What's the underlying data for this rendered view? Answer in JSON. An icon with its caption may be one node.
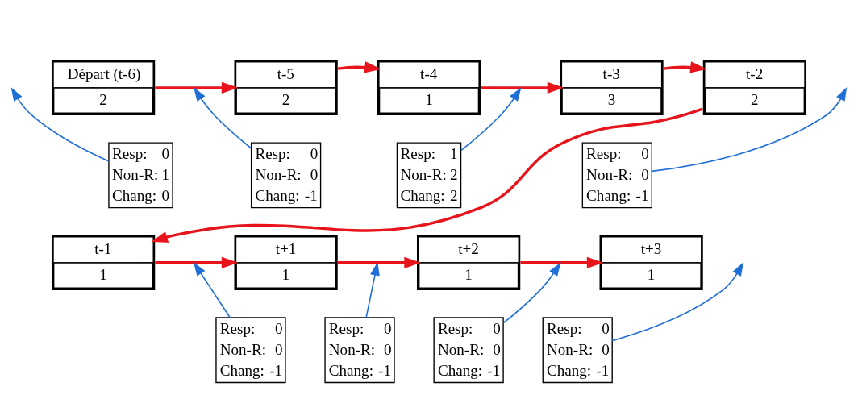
{
  "diagram": {
    "nodes": [
      {
        "text": [
          "Départ (t-6)",
          "2"
        ]
      },
      {
        "text": [
          "t-5",
          "2"
        ]
      },
      {
        "text": [
          "t-4",
          "1"
        ]
      },
      {
        "text": [
          "t-3",
          "3"
        ]
      },
      {
        "text": [
          "t-2",
          "2"
        ]
      },
      {
        "text": [
          "Resp:",
          "0",
          "Non-R:",
          "1",
          "Chang:",
          "0"
        ]
      },
      {
        "text": [
          "Resp:",
          "0",
          "Non-R:",
          "0",
          "Chang:",
          "-1"
        ]
      },
      {
        "text": [
          "Resp:",
          "1",
          "Non-R:",
          "2",
          "Chang:",
          "2"
        ]
      },
      {
        "text": [
          "Resp:",
          "0",
          "Non-R:",
          "0",
          "Chang:",
          "-1"
        ]
      },
      {
        "text": [
          "t-1",
          "1"
        ]
      },
      {
        "text": [
          "t+1",
          "1"
        ]
      },
      {
        "text": [
          "t+2",
          "1"
        ]
      },
      {
        "text": [
          "t+3",
          "1"
        ]
      },
      {
        "text": [
          "Resp:",
          "0",
          "Non-R:",
          "0",
          "Chang:",
          "-1"
        ]
      },
      {
        "text": [
          "Resp:",
          "0",
          "Non-R:",
          "0",
          "Chang:",
          "-1"
        ]
      },
      {
        "text": [
          "Resp:",
          "0",
          "Non-R:",
          "0",
          "Chang:",
          "-1"
        ]
      },
      {
        "text": [
          "Resp:",
          "0",
          "Non-R:",
          "0",
          "Chang:",
          "-1"
        ]
      }
    ],
    "edges": [
      {
        "from": 0,
        "to": 1,
        "arrow": "to",
        "style": "thick",
        "color": "#e8141c"
      },
      {
        "from": 1,
        "to": 2,
        "arrow": "to",
        "style": "thick",
        "color": "#e8141c"
      },
      {
        "from": 2,
        "to": 3,
        "arrow": "to",
        "style": "thick",
        "color": "#e8141c"
      },
      {
        "from": 3,
        "to": 4,
        "arrow": "to",
        "style": "thick",
        "color": "#e8141c"
      },
      {
        "from": 4,
        "to": 9,
        "arrow": "to",
        "style": "thick",
        "color": "#e8141c"
      },
      {
        "from": 9,
        "to": 10,
        "arrow": "to",
        "style": "thick",
        "color": "#e8141c"
      },
      {
        "from": 10,
        "to": 11,
        "arrow": "to",
        "style": "thick",
        "color": "#e8141c"
      },
      {
        "from": 11,
        "to": 12,
        "arrow": "to",
        "style": "thick",
        "color": "#e8141c"
      },
      {
        "from": 5,
        "to": null,
        "arrow": "to",
        "color": "#1f6fd6"
      },
      {
        "from": 6,
        "to": null,
        "arrow": "to",
        "color": "#1f6fd6"
      },
      {
        "from": 7,
        "to": null,
        "arrow": "to",
        "color": "#1f6fd6"
      },
      {
        "from": 8,
        "to": null,
        "arrow": "to",
        "color": "#1f6fd6"
      },
      {
        "from": 13,
        "to": null,
        "arrow": "to",
        "color": "#1f6fd6"
      },
      {
        "from": 14,
        "to": null,
        "arrow": "to",
        "color": "#1f6fd6"
      },
      {
        "from": 15,
        "to": null,
        "arrow": "to",
        "color": "#1f6fd6"
      },
      {
        "from": 16,
        "to": null,
        "arrow": "to",
        "color": "#1f6fd6"
      }
    ]
  }
}
